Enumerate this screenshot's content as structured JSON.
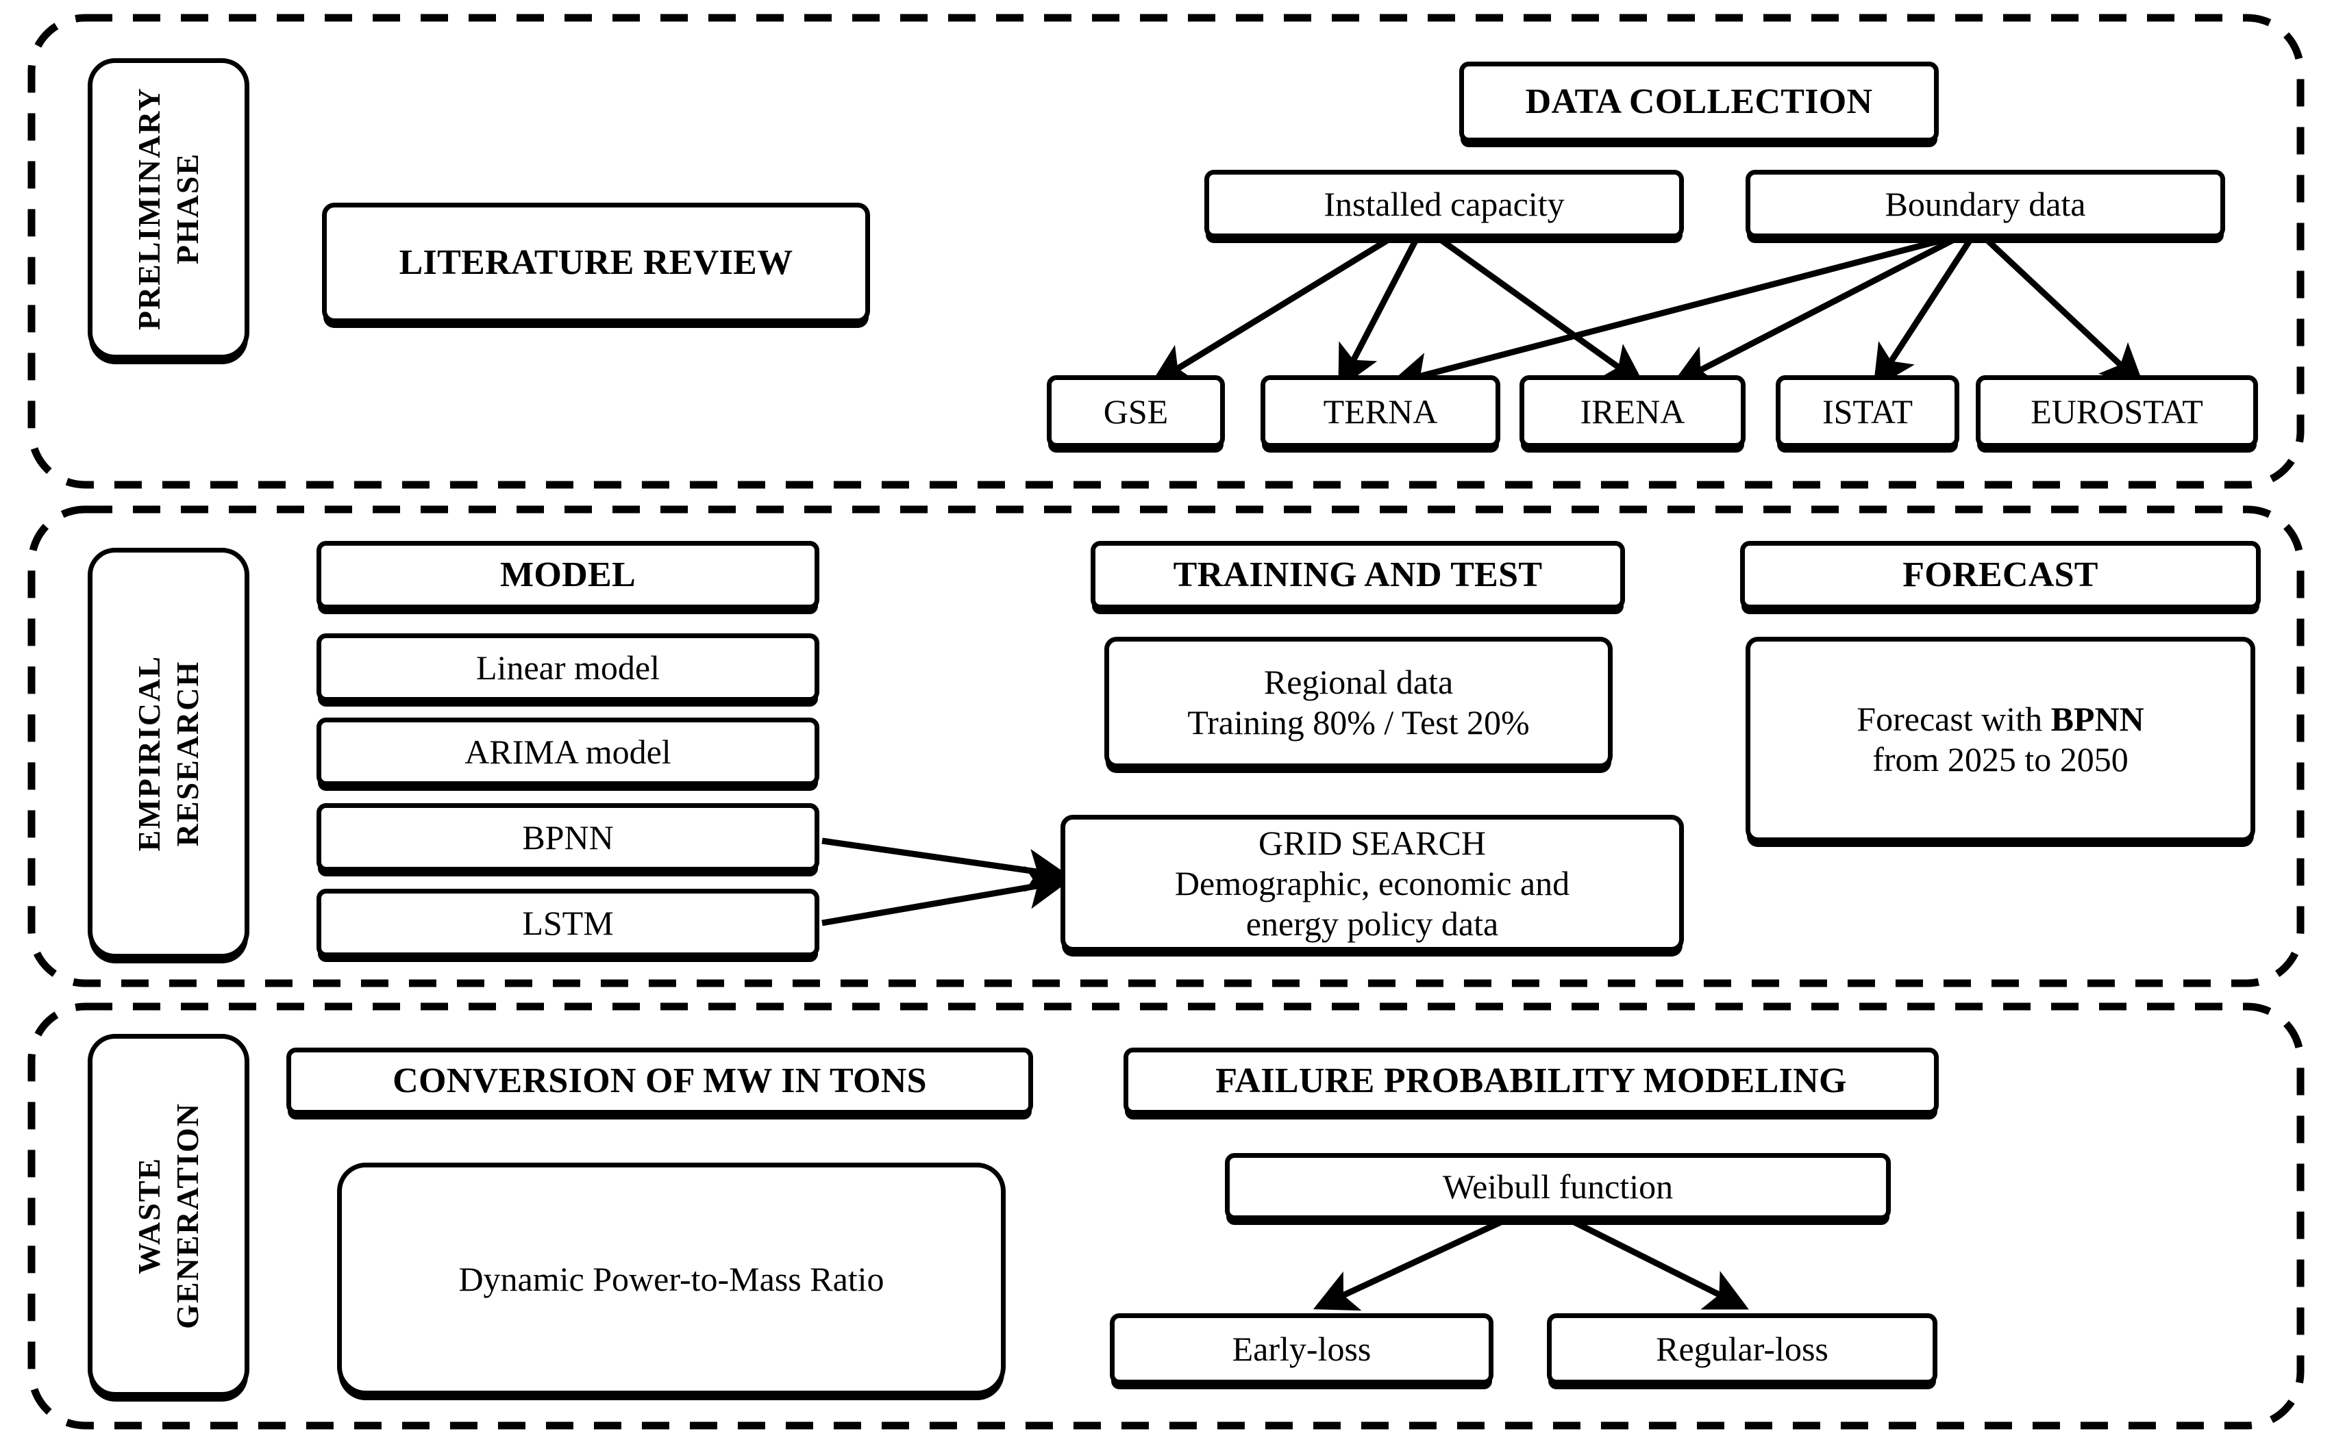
{
  "figure": {
    "type": "flowchart",
    "title": "Research methodology flowchart",
    "colors": {
      "stroke": "#000000",
      "background": "#ffffff"
    }
  },
  "phases": [
    {
      "id": "preliminary",
      "side_label": "PRELIMINARY\nPHASE",
      "side_label_lines": [
        "PRELIMINARY",
        "PHASE"
      ]
    },
    {
      "id": "empirical",
      "side_label": "EMPIRICAL\nRESEARCH",
      "side_label_lines": [
        "EMPIRICAL",
        "RESEARCH"
      ]
    },
    {
      "id": "waste",
      "side_label": "WASTE\nGENERATION",
      "side_label_lines": [
        "WASTE",
        "GENERATION"
      ]
    }
  ],
  "preliminary": {
    "literature_review": "LITERATURE REVIEW",
    "data_collection_header": "DATA COLLECTION",
    "categories": [
      {
        "id": "installed-capacity",
        "label": "Installed capacity"
      },
      {
        "id": "boundary-data",
        "label": "Boundary data"
      }
    ],
    "sources": [
      {
        "id": "gse",
        "label": "GSE"
      },
      {
        "id": "terna",
        "label": "TERNA"
      },
      {
        "id": "irena",
        "label": "IRENA"
      },
      {
        "id": "istat",
        "label": "ISTAT"
      },
      {
        "id": "eurostat",
        "label": "EUROSTAT"
      }
    ],
    "links": [
      {
        "from": "installed-capacity",
        "to": "gse"
      },
      {
        "from": "installed-capacity",
        "to": "terna"
      },
      {
        "from": "installed-capacity",
        "to": "irena"
      },
      {
        "from": "boundary-data",
        "to": "terna"
      },
      {
        "from": "boundary-data",
        "to": "irena"
      },
      {
        "from": "boundary-data",
        "to": "istat"
      },
      {
        "from": "boundary-data",
        "to": "eurostat"
      }
    ]
  },
  "empirical": {
    "model_header": "MODEL",
    "models": [
      {
        "id": "linear-model",
        "label": "Linear model"
      },
      {
        "id": "arima-model",
        "label": "ARIMA model"
      },
      {
        "id": "bpnn",
        "label": "BPNN"
      },
      {
        "id": "lstm",
        "label": "LSTM"
      }
    ],
    "training_header": "TRAINING AND TEST",
    "training_body_line1": "Regional data",
    "training_body_line2": "Training 80% / Test 20%",
    "grid_search_line1": "GRID SEARCH",
    "grid_search_line2": "Demographic, economic and",
    "grid_search_line3": "energy policy data",
    "forecast_header": "FORECAST",
    "forecast_body_prefix": "Forecast with ",
    "forecast_body_bold": "BPNN",
    "forecast_body_line2": "from 2025 to 2050",
    "links": [
      {
        "from": "bpnn",
        "to": "grid-search"
      },
      {
        "from": "lstm",
        "to": "grid-search"
      }
    ]
  },
  "waste": {
    "conversion_header": "CONVERSION OF MW IN TONS",
    "conversion_body": "Dynamic Power-to-Mass Ratio",
    "failure_header": "FAILURE PROBABILITY MODELING",
    "weibull": "Weibull function",
    "losses": [
      {
        "id": "early-loss",
        "label": "Early-loss"
      },
      {
        "id": "regular-loss",
        "label": "Regular-loss"
      }
    ],
    "links": [
      {
        "from": "weibull",
        "to": "early-loss"
      },
      {
        "from": "weibull",
        "to": "regular-loss"
      }
    ]
  }
}
